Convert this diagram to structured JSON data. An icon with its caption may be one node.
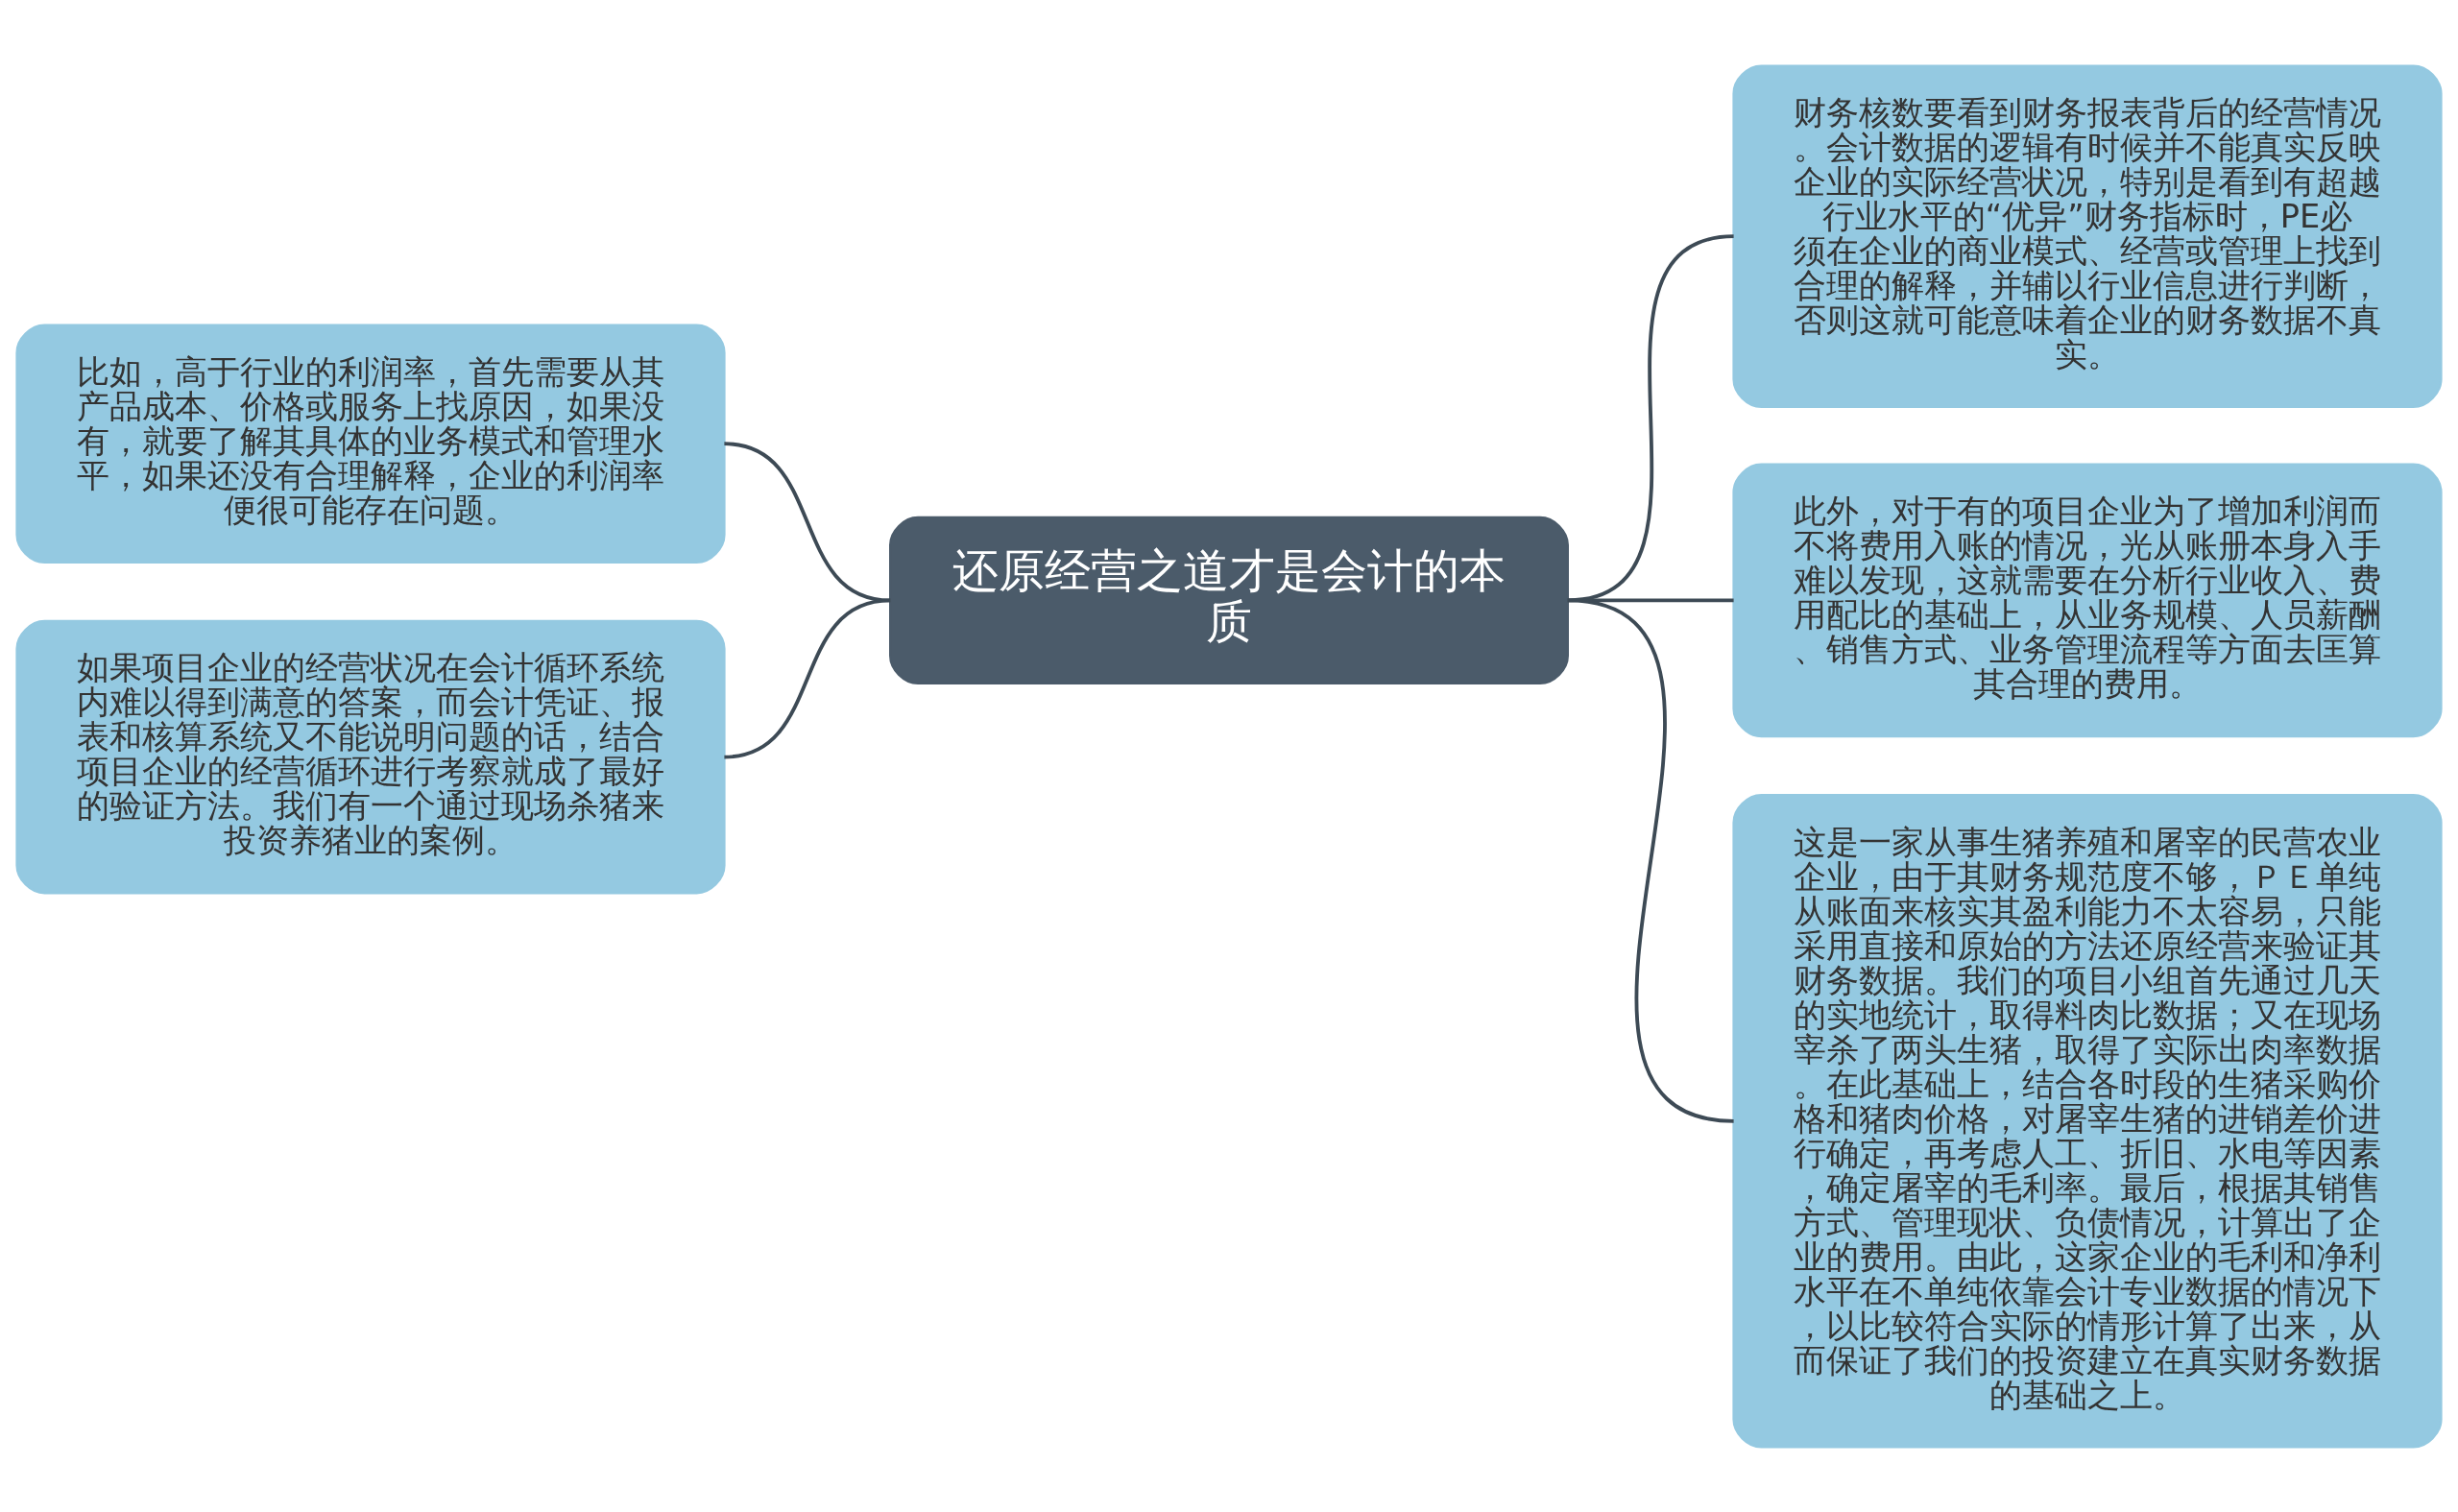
{
  "diagram": {
    "nodes": [
      {
        "text": [
          "还原经营之道才是会计的本质"
        ]
      },
      {
        "text": [
          "财务核数要看到财务报表背后的经营情况。会计数据的逻辑有时候并不能真实反映企业的实际经营状况，特别是看到有超越行业水平的“优异”财务指标时，PE必须在企业的商业模式、经营或管理上找到合理的解释，并辅以行业信息进行判断，否则这就可能意味着企业的财务数据不真实。"
        ]
      },
      {
        "text": [
          "此外，对于有的项目企业为了增加利润而不将费用入账的情况，光从账册本身入手难以发现，这就需要在分析行业收入、费用配比的基础上，从业务规模、人员薪酬、销售方式、业务管理流程等方面去匡算其合理的费用。"
        ]
      },
      {
        "text": [
          "这是一家从事生猪养殖和屠宰的民营农业企业，由于其财务规范度不够，ＰＥ单纯从账面来核实其盈利能力不太容易，只能采用直接和原始的方法还原经营来验证其财务数据。我们的项目小组首先通过几天的实地统计，取得料肉比数据；又在现场宰杀了两头生猪，取得了实际出肉率数据。在此基础上，结合各时段的生猪采购价格和猪肉价格，对屠宰生猪的进销差价进行确定，再考虑人工、折旧、水电等因素，确定屠宰的毛利率。最后，根据其销售方式、管理现状、负债情况，计算出了企业的费用。由此，这家企业的毛利和净利水平在不单纯依靠会计专业数据的情况下，以比较符合实际的情形计算了出来，从而保证了我们的投资建立在真实财务数据的基础之上。"
        ]
      },
      {
        "text": [
          "比如，高于行业的利润率，首先需要从其产品成本、价格或服务上找原因，如果没有，就要了解其具体的业务模式和管理水平，如果还没有合理解释，企业的利润率便很可能存在问题。"
        ]
      },
      {
        "text": [
          "如果项目企业的经营状况在会计循环系统内难以得到满意的答案，而会计凭证、报表和核算系统又不能说明问题的话，结合项目企业的经营循环进行考察就成了最好的验证方法。我们有一个通过现场杀猪来投资养猪业的案例。"
        ]
      }
    ],
    "edges": [
      {
        "from": 0,
        "to": 1,
        "arrow": "none"
      },
      {
        "from": 0,
        "to": 2,
        "arrow": "none"
      },
      {
        "from": 0,
        "to": 3,
        "arrow": "none"
      },
      {
        "from": 0,
        "to": 4,
        "arrow": "none"
      },
      {
        "from": 0,
        "to": 5,
        "arrow": "none"
      }
    ]
  }
}
